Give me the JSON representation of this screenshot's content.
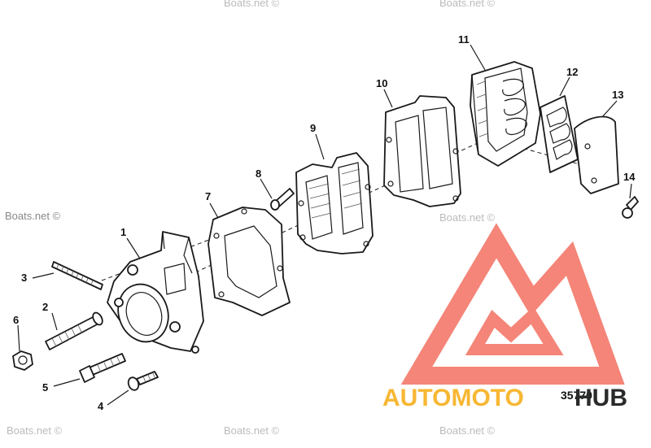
{
  "diagram": {
    "callouts": [
      {
        "id": "1",
        "label": "1"
      },
      {
        "id": "2",
        "label": "2"
      },
      {
        "id": "3",
        "label": "3"
      },
      {
        "id": "4",
        "label": "4"
      },
      {
        "id": "5",
        "label": "5"
      },
      {
        "id": "6",
        "label": "6"
      },
      {
        "id": "7",
        "label": "7"
      },
      {
        "id": "8",
        "label": "8"
      },
      {
        "id": "9",
        "label": "9"
      },
      {
        "id": "10",
        "label": "10"
      },
      {
        "id": "11",
        "label": "11"
      },
      {
        "id": "12",
        "label": "12"
      },
      {
        "id": "13",
        "label": "13"
      },
      {
        "id": "14",
        "label": "14"
      }
    ],
    "reference_number": "35770"
  },
  "watermarks": {
    "text": "Boats.net ©"
  },
  "logo": {
    "word_part1": "AUTOMOTO",
    "word_part2": "HUB",
    "color_primary": "#f26b5b",
    "color_secondary": "#f7b733",
    "color_dark": "#2a2a2a"
  }
}
